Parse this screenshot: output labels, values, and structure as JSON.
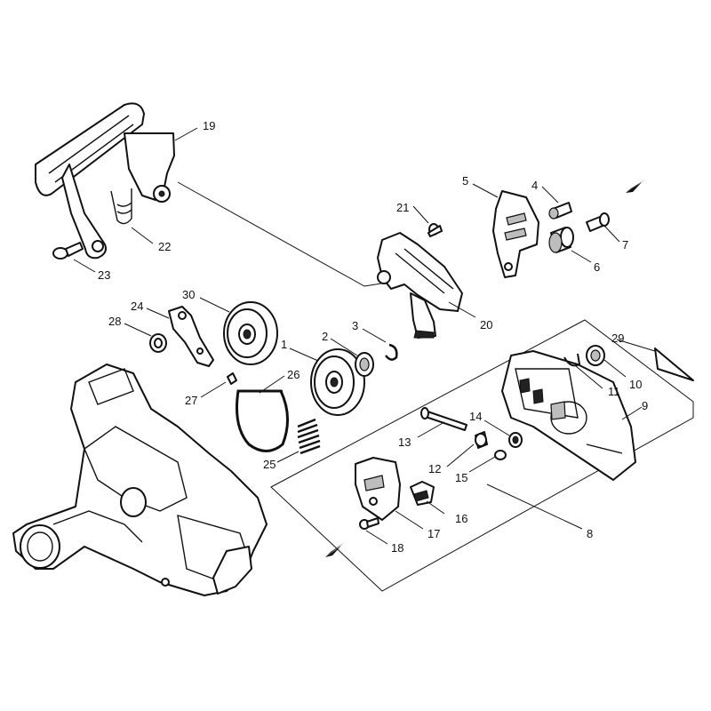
{
  "callouts": [
    {
      "id": "1",
      "text": "1"
    },
    {
      "id": "2",
      "text": "2"
    },
    {
      "id": "3",
      "text": "3"
    },
    {
      "id": "4",
      "text": "4"
    },
    {
      "id": "5",
      "text": "5"
    },
    {
      "id": "6",
      "text": "6"
    },
    {
      "id": "7",
      "text": "7"
    },
    {
      "id": "8",
      "text": "8"
    },
    {
      "id": "9",
      "text": "9"
    },
    {
      "id": "10",
      "text": "10"
    },
    {
      "id": "11",
      "text": "11"
    },
    {
      "id": "12",
      "text": "12"
    },
    {
      "id": "13",
      "text": "13"
    },
    {
      "id": "14",
      "text": "14"
    },
    {
      "id": "15",
      "text": "15"
    },
    {
      "id": "16",
      "text": "16"
    },
    {
      "id": "17",
      "text": "17"
    },
    {
      "id": "18",
      "text": "18"
    },
    {
      "id": "19",
      "text": "19"
    },
    {
      "id": "20",
      "text": "20"
    },
    {
      "id": "21",
      "text": "21"
    },
    {
      "id": "22",
      "text": "22"
    },
    {
      "id": "23",
      "text": "23"
    },
    {
      "id": "24",
      "text": "24"
    },
    {
      "id": "25",
      "text": "25"
    },
    {
      "id": "26",
      "text": "26"
    },
    {
      "id": "27",
      "text": "27"
    },
    {
      "id": "28",
      "text": "28"
    },
    {
      "id": "29",
      "text": "29"
    },
    {
      "id": "30",
      "text": "30"
    }
  ],
  "colors": {
    "line": "#111111",
    "background": "#ffffff",
    "shade": "#bdbdbd"
  }
}
